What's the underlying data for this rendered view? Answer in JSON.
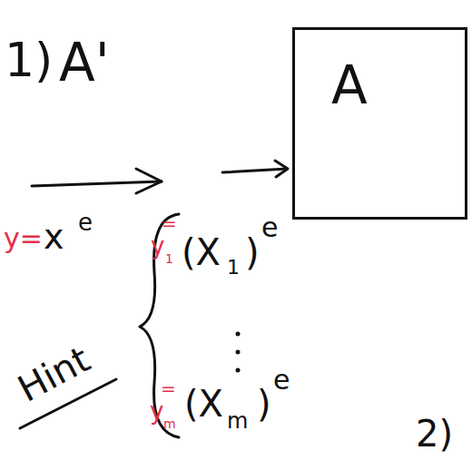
{
  "diagram": {
    "nodes": [
      {
        "text": [
          "A"
        ]
      }
    ],
    "labels": [
      "1)",
      "A'",
      "y=",
      "x",
      "e",
      "y",
      "1",
      "=",
      "(X",
      "1",
      ")",
      "e",
      "y",
      "m",
      "=",
      "(X",
      "m",
      ")",
      "e",
      "Hint",
      "2)"
    ]
  }
}
